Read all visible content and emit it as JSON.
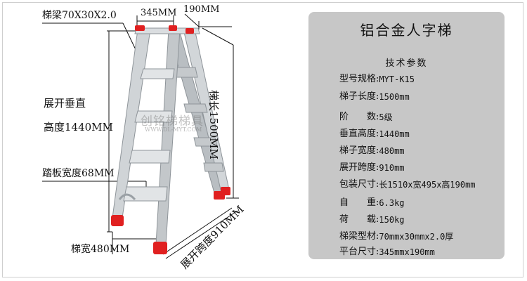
{
  "diagram": {
    "beam_label": "梯梁70X30X2.0",
    "top_width_label": "345MM",
    "top_depth_label": "190MM",
    "unfold_height_line1": "展开垂直",
    "unfold_height_line2": "高度1440MM",
    "tread_label": "踏板宽度68MM",
    "ladder_length_label": "梯长1500MM",
    "bottom_width_label": "梯宽480MM",
    "span_label": "展开跨度910MM",
    "watermark": "创铭梯梯具",
    "watermark_sub": "WWW.DL-MYT.COM",
    "colors": {
      "aluminum": "#c9cdd0",
      "foot": "#e02020",
      "line": "#111111"
    }
  },
  "panel": {
    "title": "铝合金人字梯",
    "subtitle": "技术参数",
    "specs": [
      {
        "key": "型号规格:",
        "value": "MYT-K15"
      },
      {
        "key": "梯子长度:",
        "value": "1500mm"
      },
      {
        "key": "阶　　数:",
        "value": "5级"
      },
      {
        "key": "垂直高度:",
        "value": "1440mm"
      },
      {
        "key": "梯子宽度:",
        "value": "480mm"
      },
      {
        "key": "展开跨度:",
        "value": "910mm"
      },
      {
        "key": "包装尺寸:",
        "value": "长1510x宽495x高190mm"
      },
      {
        "key": "自　　重:",
        "value": "6.3kg"
      },
      {
        "key": "荷　　载:",
        "value": "150kg"
      },
      {
        "key": "梯梁型材:",
        "value": "70mmx30mmx2.0厚"
      },
      {
        "key": "平台尺寸:",
        "value": "345mmx190mm"
      }
    ],
    "background": "#c7c7c7"
  }
}
